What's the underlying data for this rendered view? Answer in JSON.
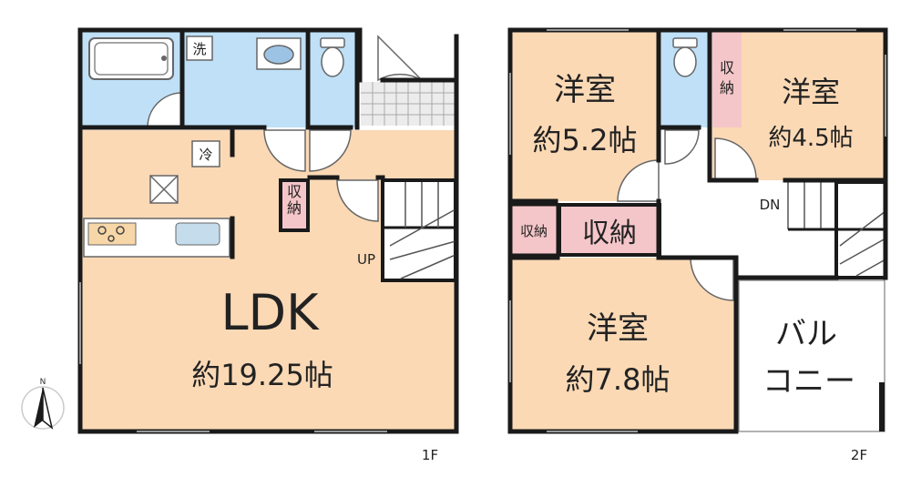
{
  "floor1": {
    "label": "1F",
    "ldk": {
      "name": "LDK",
      "size": "約19.25帖"
    },
    "wash_label": "洗",
    "fridge_label": "冷",
    "storage_label": "収納",
    "stair_label": "UP"
  },
  "floor2": {
    "label": "2F",
    "room_a": {
      "name": "洋室",
      "size": "約5.2帖"
    },
    "room_b": {
      "name": "洋室",
      "size": "約4.5帖"
    },
    "room_c": {
      "name": "洋室",
      "size": "約7.8帖"
    },
    "storage_small": "収納",
    "storage_large": "収納",
    "storage_vertical": "収納",
    "balcony": {
      "line1": "バル",
      "line2": "コニー"
    },
    "stair_label": "DN"
  },
  "compass": {
    "north_label": "N"
  },
  "colors": {
    "wall": "#1a1a1a",
    "wood_floor": "#fbd9b5",
    "wet_area": "#bfe0f7",
    "storage": "#f5c6c9",
    "tile": "#ececec"
  }
}
